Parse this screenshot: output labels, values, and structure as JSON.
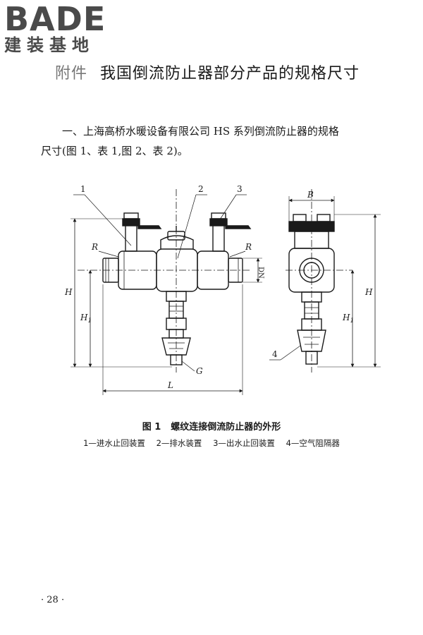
{
  "logo": {
    "brand": "BADE",
    "subtitle": "建装基地"
  },
  "title": {
    "prefix": "附件",
    "text": "我国倒流防止器部分产品的规格尺寸"
  },
  "paragraph": {
    "line1": "一、上海高桥水暖设备有限公司 HS 系列倒流防止器的规格",
    "line2": "尺寸(图 1、表 1,图 2、表 2)。"
  },
  "figure": {
    "callouts": [
      "1",
      "2",
      "3",
      "4"
    ],
    "dims": {
      "R": "R",
      "H": "H",
      "H1_main": "H",
      "H1_sub": "1",
      "DN": "DN",
      "G": "G",
      "L": "L",
      "B": "B"
    }
  },
  "caption": {
    "number": "图 1",
    "text": "螺纹连接倒流防止器的外形"
  },
  "legend": [
    "1—进水止回装置",
    "2—排水装置",
    "3—出水止回装置",
    "4—空气阻隔器"
  ],
  "page": {
    "number": "· 28 ·"
  },
  "colors": {
    "ink": "#1a1a1a",
    "logo": "#4a4a4a",
    "paper": "#ffffff"
  }
}
